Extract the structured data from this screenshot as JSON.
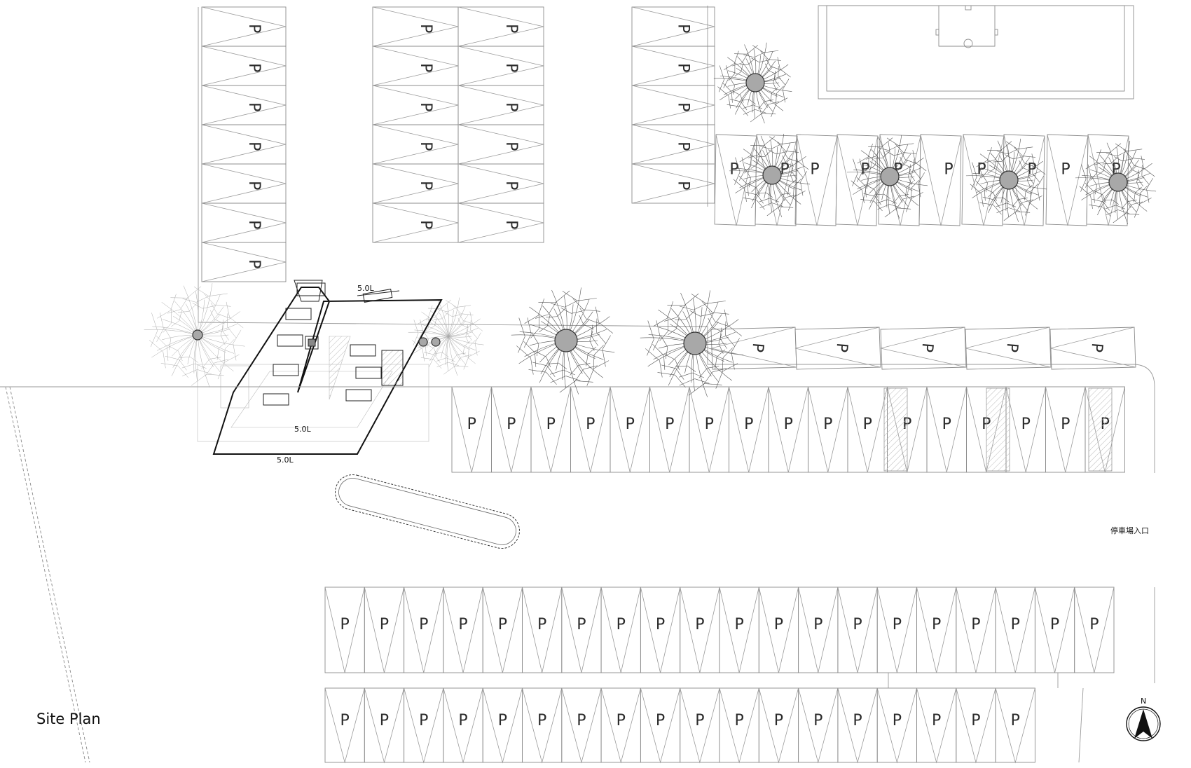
{
  "drawing": {
    "title": "Site Plan",
    "entrance_label": "停車場入口",
    "north_label": "N",
    "parking_symbol": "P"
  },
  "colors": {
    "line": "#8c8c8c",
    "ink": "#111111",
    "tree_trunk": "#a8a8a8"
  },
  "icons": [
    "north-arrow-icon",
    "tree-icon",
    "parking-stall-icon"
  ]
}
